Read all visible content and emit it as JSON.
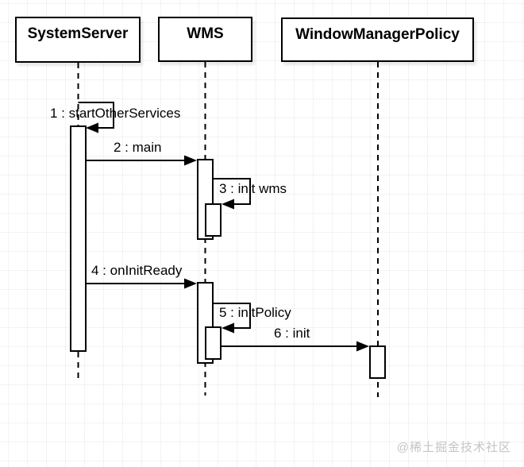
{
  "diagram": {
    "type": "uml-sequence",
    "actors": [
      {
        "name": "SystemServer"
      },
      {
        "name": "WMS"
      },
      {
        "name": "WindowManagerPolicy"
      }
    ],
    "messages": [
      {
        "seq": 1,
        "label": "1 : startOtherServices",
        "from": "SystemServer",
        "to": "SystemServer",
        "kind": "self-call"
      },
      {
        "seq": 2,
        "label": "2 : main",
        "from": "SystemServer",
        "to": "WMS",
        "kind": "call"
      },
      {
        "seq": 3,
        "label": "3 : init wms",
        "from": "WMS",
        "to": "WMS",
        "kind": "self-call"
      },
      {
        "seq": 4,
        "label": "4 : onInitReady",
        "from": "SystemServer",
        "to": "WMS",
        "kind": "call"
      },
      {
        "seq": 5,
        "label": "5 : initPolicy",
        "from": "WMS",
        "to": "WMS",
        "kind": "self-call"
      },
      {
        "seq": 6,
        "label": "6 : init",
        "from": "WMS",
        "to": "WindowManagerPolicy",
        "kind": "call"
      }
    ]
  },
  "watermark": "@稀土掘金技术社区",
  "colors": {
    "stroke": "#000000",
    "fill": "#ffffff",
    "grid": "#ebebf0",
    "watermark": "#c4c4ca"
  }
}
